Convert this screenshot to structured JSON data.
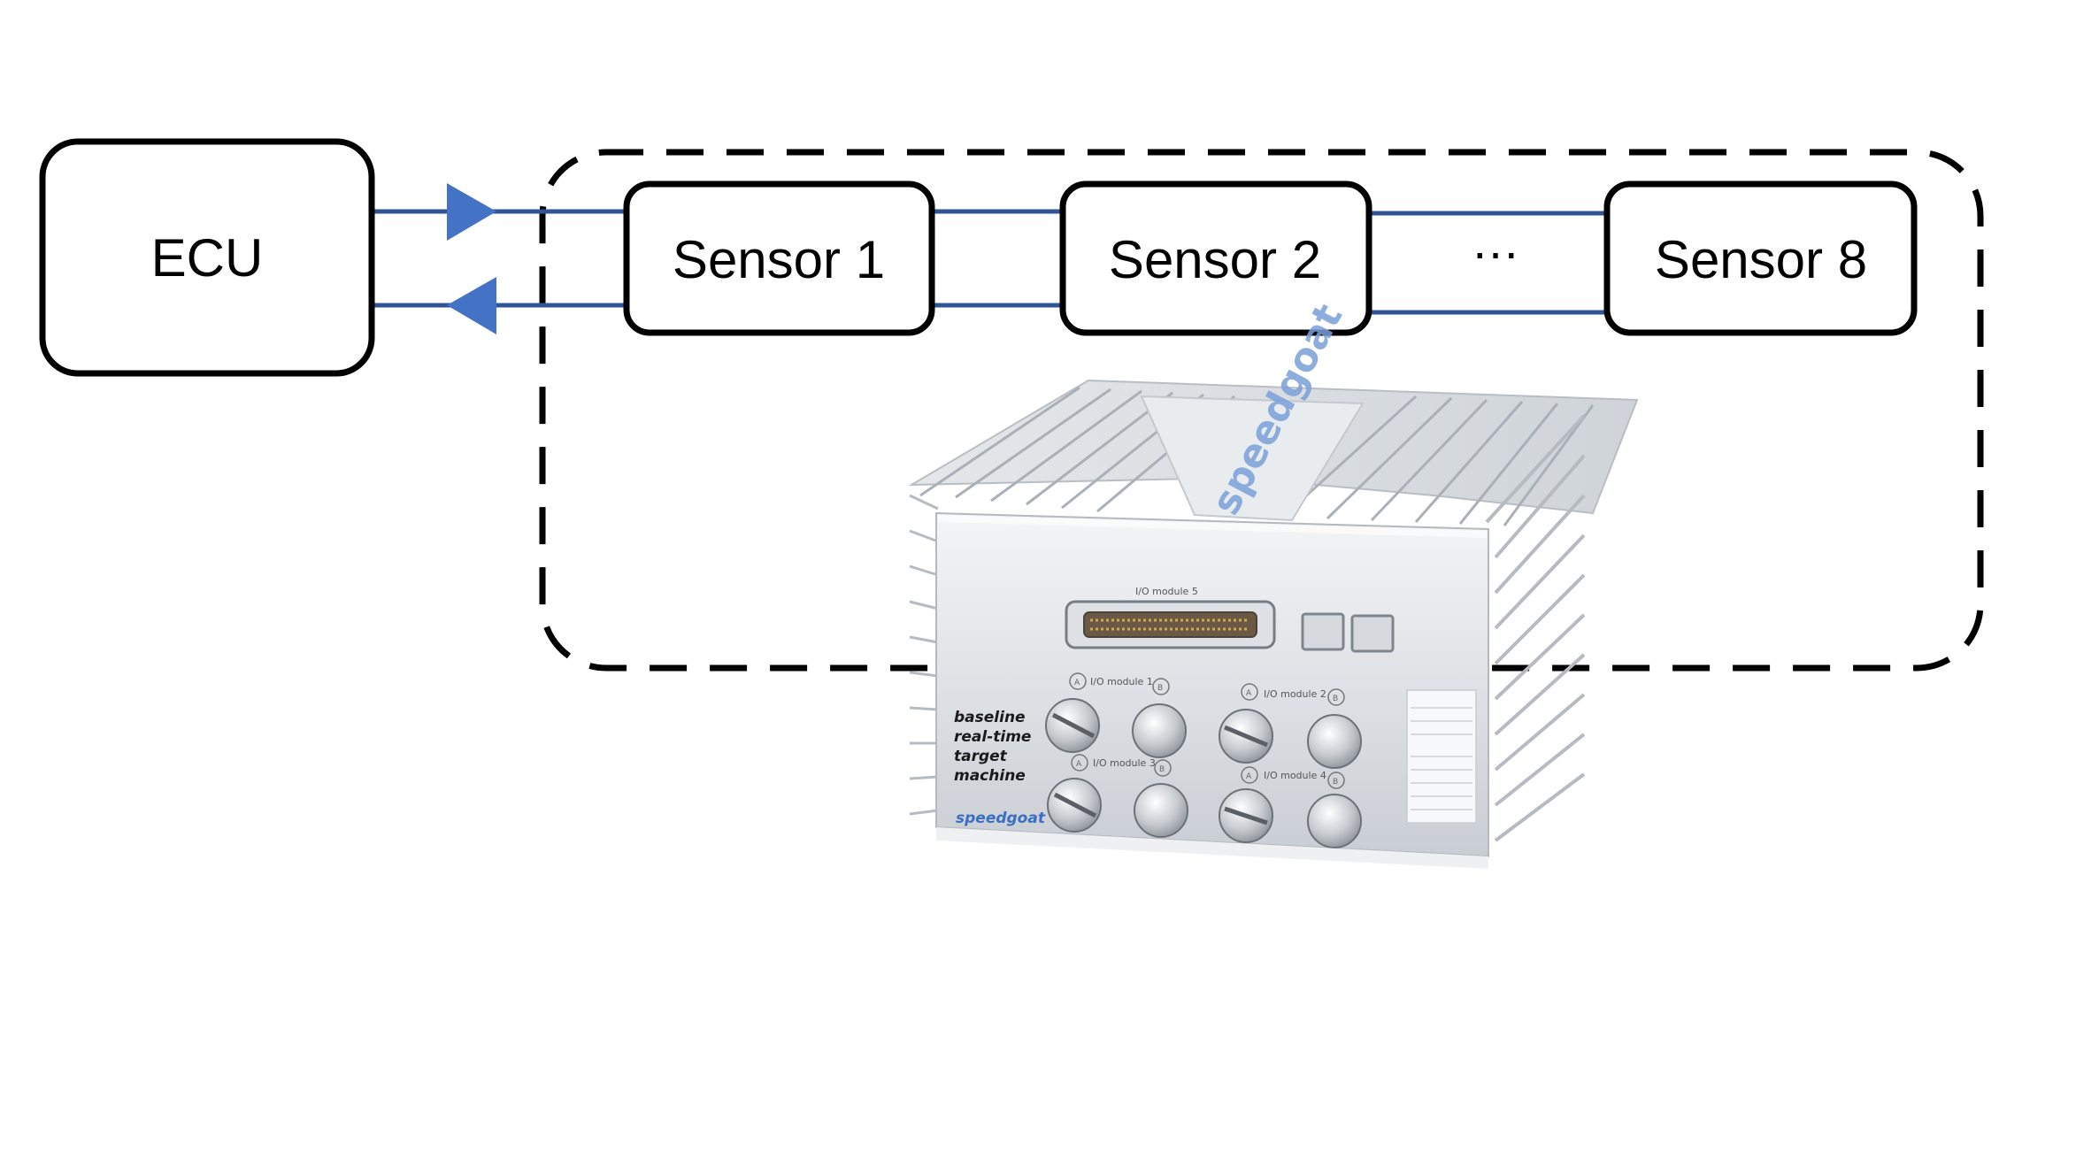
{
  "blocks": {
    "ecu": "ECU",
    "sensor1": "Sensor 1",
    "sensor2": "Sensor 2",
    "sensor8": "Sensor 8",
    "ellipsis": "…"
  },
  "device": {
    "top_logo": "speedgoat",
    "io_module_5": "I/O module 5",
    "io_module_1": "I/O module 1",
    "io_module_2": "I/O module 2",
    "io_module_3": "I/O module 3",
    "io_module_4": "I/O module 4",
    "port_a": "A",
    "port_b": "B",
    "product_line1": "baseline",
    "product_line2": "real-time",
    "product_line3": "target",
    "product_line4": "machine",
    "logo": "speedgoat"
  },
  "colors": {
    "link_line": "#2f5597",
    "arrow_fill": "#4472c4",
    "block_border": "#000000"
  }
}
